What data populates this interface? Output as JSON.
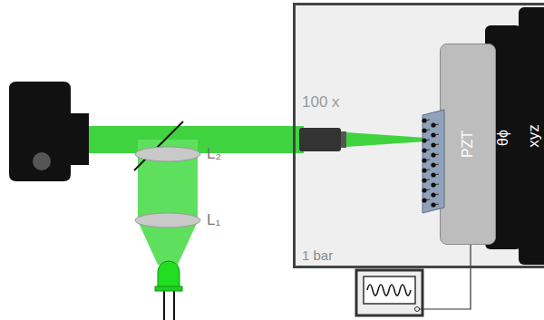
{
  "diagram": {
    "nodes": [
      {
        "text": [
          "1 bar"
        ]
      },
      {
        "text": [
          "PZT"
        ],
        "in": 0
      },
      {
        "text": [
          "θϕ"
        ],
        "in": 0
      },
      {
        "text": [
          "xyz"
        ],
        "in": 0
      }
    ],
    "labels": [
      "100 x",
      "L₂",
      "L₁"
    ]
  }
}
